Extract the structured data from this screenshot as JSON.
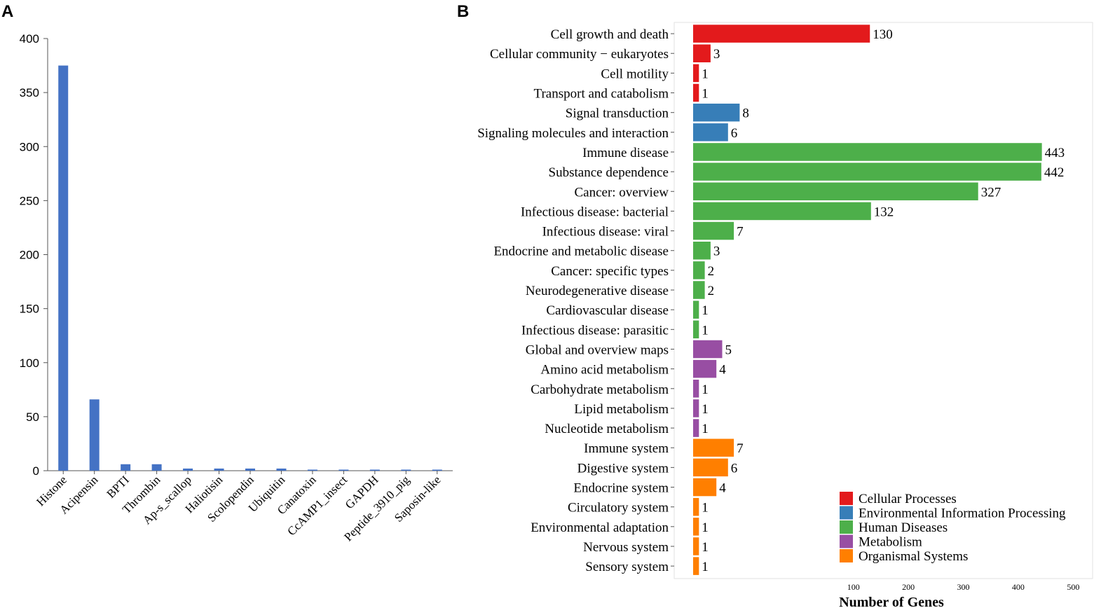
{
  "chart_data": [
    {
      "panel_label": "A",
      "type": "bar",
      "categories": [
        "Histone",
        "Acipensin",
        "BPTI",
        "Thrombin",
        "Ap-s_scallop",
        "Haliotisin",
        "Scolopendin",
        "Ubiquitin",
        "Canatoxin",
        "CcAMP1_insect",
        "GAPDH",
        "Peptide_3910_pig",
        "Saposin-like"
      ],
      "values": [
        375,
        66,
        6,
        6,
        2,
        2,
        2,
        2,
        1,
        1,
        1,
        1,
        1
      ],
      "ylim": [
        0,
        400
      ],
      "yticks": [
        0,
        50,
        100,
        150,
        200,
        250,
        300,
        350,
        400
      ],
      "bar_color": "#4472C4",
      "grid": false,
      "title": "",
      "xlabel": "",
      "ylabel": ""
    },
    {
      "panel_label": "B",
      "type": "bar",
      "orientation": "horizontal",
      "xlabel": "Number of Genes",
      "xticks": [
        100,
        200,
        300,
        400,
        500
      ],
      "grid": false,
      "legend_position": "bottom-right",
      "groups": [
        {
          "name": "Cellular Processes",
          "color": "#E31A1C"
        },
        {
          "name": "Environmental Information Processing",
          "color": "#377EB8"
        },
        {
          "name": "Human Diseases",
          "color": "#4DAF4A"
        },
        {
          "name": "Metabolism",
          "color": "#984EA3"
        },
        {
          "name": "Organismal Systems",
          "color": "#FF7F00"
        }
      ],
      "bars": [
        {
          "label": "Cell growth and death",
          "value": 130,
          "group": 0
        },
        {
          "label": "Cellular community − eukaryotes",
          "value": 3,
          "group": 0
        },
        {
          "label": "Cell motility",
          "value": 1,
          "group": 0
        },
        {
          "label": "Transport and catabolism",
          "value": 1,
          "group": 0
        },
        {
          "label": "Signal transduction",
          "value": 8,
          "group": 1
        },
        {
          "label": "Signaling molecules and interaction",
          "value": 6,
          "group": 1
        },
        {
          "label": "Immune disease",
          "value": 443,
          "group": 2
        },
        {
          "label": "Substance dependence",
          "value": 442,
          "group": 2
        },
        {
          "label": "Cancer: overview",
          "value": 327,
          "group": 2
        },
        {
          "label": "Infectious disease: bacterial",
          "value": 132,
          "group": 2
        },
        {
          "label": "Infectious disease: viral",
          "value": 7,
          "group": 2
        },
        {
          "label": "Endocrine and metabolic disease",
          "value": 3,
          "group": 2
        },
        {
          "label": "Cancer: specific types",
          "value": 2,
          "group": 2
        },
        {
          "label": "Neurodegenerative disease",
          "value": 2,
          "group": 2
        },
        {
          "label": "Cardiovascular disease",
          "value": 1,
          "group": 2
        },
        {
          "label": "Infectious disease: parasitic",
          "value": 1,
          "group": 2
        },
        {
          "label": "Global and overview maps",
          "value": 5,
          "group": 3
        },
        {
          "label": "Amino acid metabolism",
          "value": 4,
          "group": 3
        },
        {
          "label": "Carbohydrate metabolism",
          "value": 1,
          "group": 3
        },
        {
          "label": "Lipid metabolism",
          "value": 1,
          "group": 3
        },
        {
          "label": "Nucleotide metabolism",
          "value": 1,
          "group": 3
        },
        {
          "label": "Immune system",
          "value": 7,
          "group": 4
        },
        {
          "label": "Digestive system",
          "value": 6,
          "group": 4
        },
        {
          "label": "Endocrine system",
          "value": 4,
          "group": 4
        },
        {
          "label": "Circulatory system",
          "value": 1,
          "group": 4
        },
        {
          "label": "Environmental adaptation",
          "value": 1,
          "group": 4
        },
        {
          "label": "Nervous system",
          "value": 1,
          "group": 4
        },
        {
          "label": "Sensory system",
          "value": 1,
          "group": 4
        }
      ]
    }
  ]
}
